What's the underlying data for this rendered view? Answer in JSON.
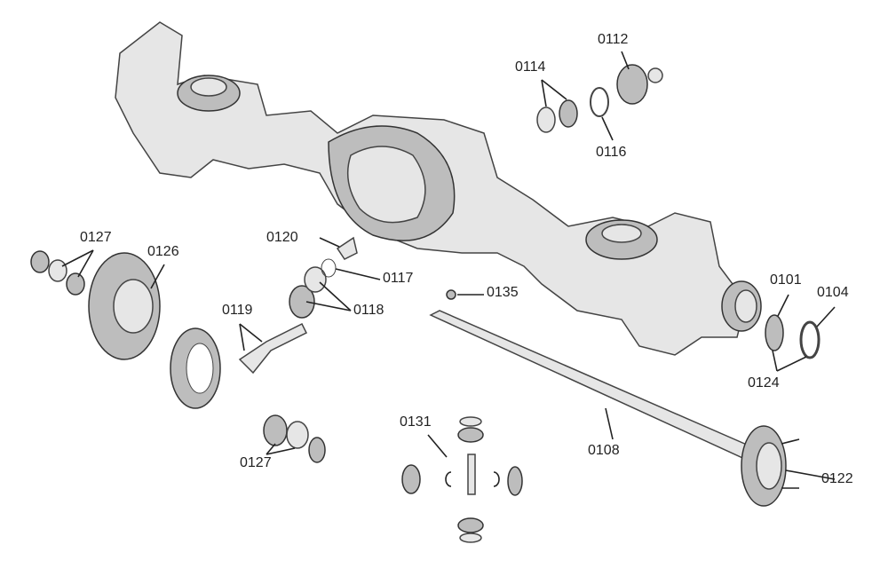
{
  "diagram": {
    "labels": {
      "p0112": "0112",
      "p0114": "0114",
      "p0116": "0116",
      "p0127a": "0127",
      "p0126": "0126",
      "p0120": "0120",
      "p0117": "0117",
      "p0135": "0135",
      "p0118": "0118",
      "p0119": "0119",
      "p0101": "0101",
      "p0104": "0104",
      "p0124": "0124",
      "p0108": "0108",
      "p0131": "0131",
      "p0127b": "0127",
      "p0122": "0122"
    }
  }
}
